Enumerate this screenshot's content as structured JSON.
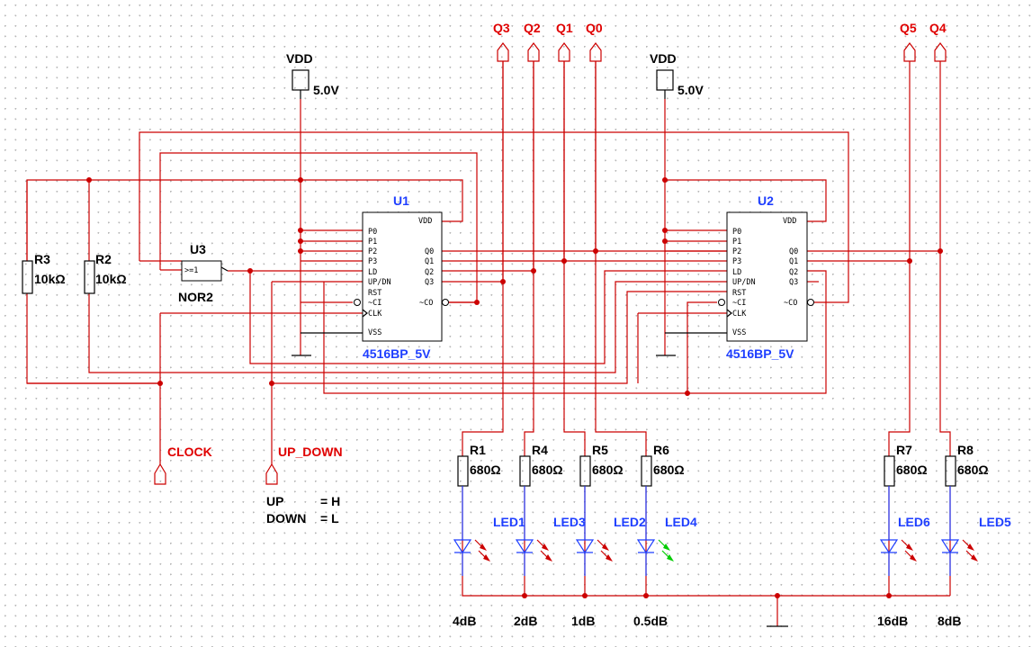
{
  "supplies": [
    {
      "name": "VDD",
      "value": "5.0V"
    },
    {
      "name": "VDD",
      "value": "5.0V"
    }
  ],
  "ports": {
    "q3": "Q3",
    "q2": "Q2",
    "q1": "Q1",
    "q0": "Q0",
    "q5": "Q5",
    "q4": "Q4",
    "clock": "CLOCK",
    "up_down": "UP_DOWN"
  },
  "legend": {
    "up": "UP",
    "up_val": "= H",
    "down": "DOWN",
    "down_val": "= L"
  },
  "chips": {
    "u1": {
      "ref": "U1",
      "part": "4516BP_5V",
      "pins_left": [
        "P0",
        "P1",
        "P2",
        "P3",
        "LD",
        "UP/DN",
        "RST",
        "~CI",
        "CLK",
        "VSS"
      ],
      "pins_right": [
        "VDD",
        "Q0",
        "Q1",
        "Q2",
        "Q3",
        "~CO"
      ]
    },
    "u2": {
      "ref": "U2",
      "part": "4516BP_5V",
      "pins_left": [
        "P0",
        "P1",
        "P2",
        "P3",
        "LD",
        "UP/DN",
        "RST",
        "~CI",
        "CLK",
        "VSS"
      ],
      "pins_right": [
        "VDD",
        "Q0",
        "Q1",
        "Q2",
        "Q3",
        "~CO"
      ]
    },
    "u3": {
      "ref": "U3",
      "part": "NOR2",
      "gate_text": ">=1"
    }
  },
  "resistors": {
    "r3": {
      "ref": "R3",
      "value": "10kΩ"
    },
    "r2": {
      "ref": "R2",
      "value": "10kΩ"
    },
    "r1": {
      "ref": "R1",
      "value": "680Ω"
    },
    "r4": {
      "ref": "R4",
      "value": "680Ω"
    },
    "r5": {
      "ref": "R5",
      "value": "680Ω"
    },
    "r6": {
      "ref": "R6",
      "value": "680Ω"
    },
    "r7": {
      "ref": "R7",
      "value": "680Ω"
    },
    "r8": {
      "ref": "R8",
      "value": "680Ω"
    }
  },
  "leds": {
    "led1": {
      "ref": "LED1",
      "color": "#ff0000"
    },
    "led3": {
      "ref": "LED3",
      "color": "#ff0000"
    },
    "led2": {
      "ref": "LED2",
      "color": "#ff0000"
    },
    "led4": {
      "ref": "LED4",
      "color": "#00cc00"
    },
    "led6": {
      "ref": "LED6",
      "color": "#ff0000"
    },
    "led5": {
      "ref": "LED5",
      "color": "#ff0000"
    }
  },
  "attenuation": {
    "a4": "4dB",
    "a2": "2dB",
    "a1": "1dB",
    "a05": "0.5dB",
    "a16": "16dB",
    "a8": "8dB"
  },
  "colors": {
    "wire": "#cc0000",
    "label_red": "#e00000",
    "label_blue": "#1f3fff"
  }
}
